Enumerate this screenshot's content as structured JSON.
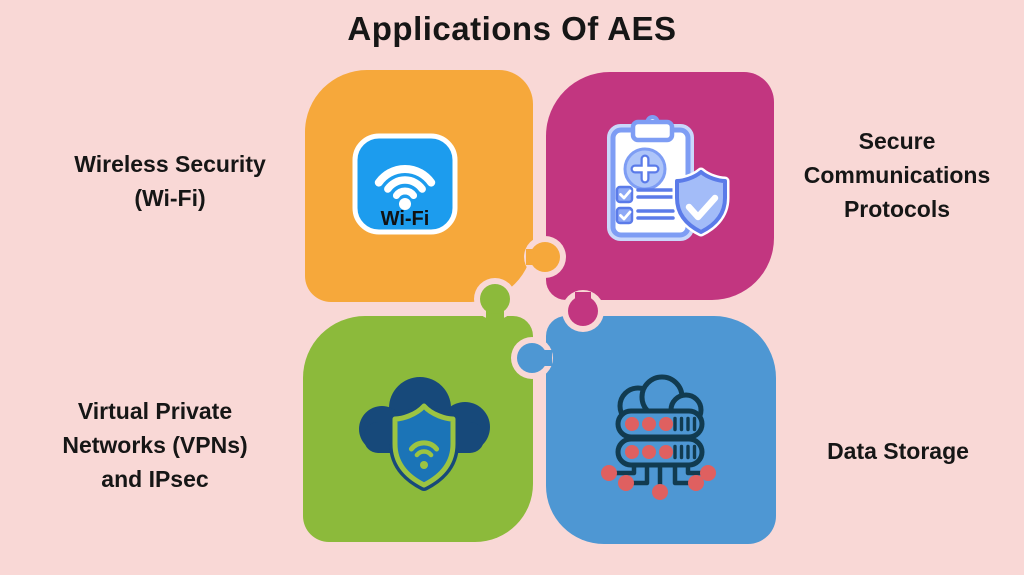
{
  "title": "Applications Of AES",
  "colors": {
    "background": "#F9D8D6",
    "text": "#161616",
    "orange": "#F6A83B",
    "magenta": "#C23680",
    "green": "#8CBA3B",
    "blue": "#4E97D3",
    "wifi_blue": "#1C9CEE",
    "wifi_white": "#FFFFFF",
    "peri": "#7E9DF4",
    "peri_dark": "#5B7BE9",
    "peri_light": "#AEC5F9",
    "peri_shield": "#A3BCF8",
    "peri_glow": "#C9D8FB",
    "navy": "#17497A",
    "vpn_blue": "#1B74B7",
    "vpn_green": "#9CC441",
    "storage_outline": "#113B50",
    "storage_red": "#DF6060"
  },
  "quadrants": [
    {
      "id": "wireless",
      "label": "Wireless Security\n(Wi-Fi)",
      "icon": "wifi-icon",
      "badge": "Wi-Fi",
      "color": "#F6A83B"
    },
    {
      "id": "secure",
      "label": "Secure\nCommunications\nProtocols",
      "icon": "clipboard-shield-icon",
      "color": "#C23680"
    },
    {
      "id": "vpn",
      "label": "Virtual Private\nNetworks (VPNs)\nand IPsec",
      "icon": "cloud-shield-icon",
      "color": "#8CBA3B"
    },
    {
      "id": "storage",
      "label": "Data Storage",
      "icon": "cloud-server-icon",
      "color": "#4E97D3"
    }
  ]
}
